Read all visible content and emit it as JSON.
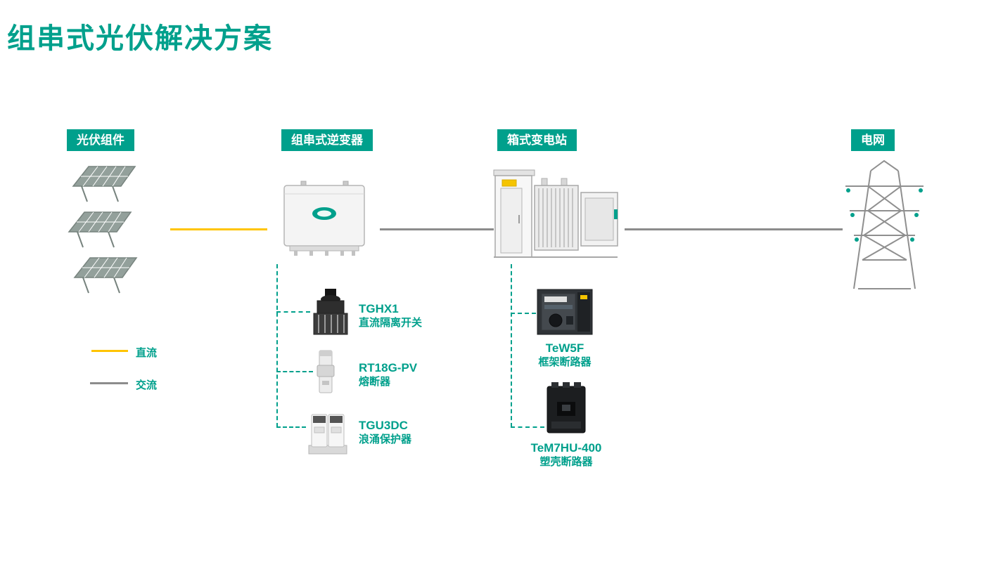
{
  "title": "组串式光伏解决方案",
  "colors": {
    "teal": "#00A08C",
    "dc_yellow": "#FFC400",
    "ac_gray": "#8C8C8C"
  },
  "sections": {
    "pv": {
      "label": "光伏组件"
    },
    "inverter": {
      "label": "组串式逆变器"
    },
    "substation": {
      "label": "箱式变电站"
    },
    "grid": {
      "label": "电网"
    }
  },
  "legend": {
    "dc": "直流",
    "ac": "交流"
  },
  "inverter_components": [
    {
      "model": "TGHX1",
      "name": "直流隔离开关"
    },
    {
      "model": "RT18G-PV",
      "name": "熔断器"
    },
    {
      "model": "TGU3DC",
      "name": "浪涌保护器"
    }
  ],
  "substation_components": [
    {
      "model": "TeW5F",
      "name": "框架断路器"
    },
    {
      "model": "TeM7HU-400",
      "name": "塑壳断路器"
    }
  ],
  "icons": {
    "solar_panel": "solar-panel-icon",
    "inverter": "inverter-illustration",
    "substation": "substation-illustration",
    "tower": "transmission-tower-icon"
  }
}
